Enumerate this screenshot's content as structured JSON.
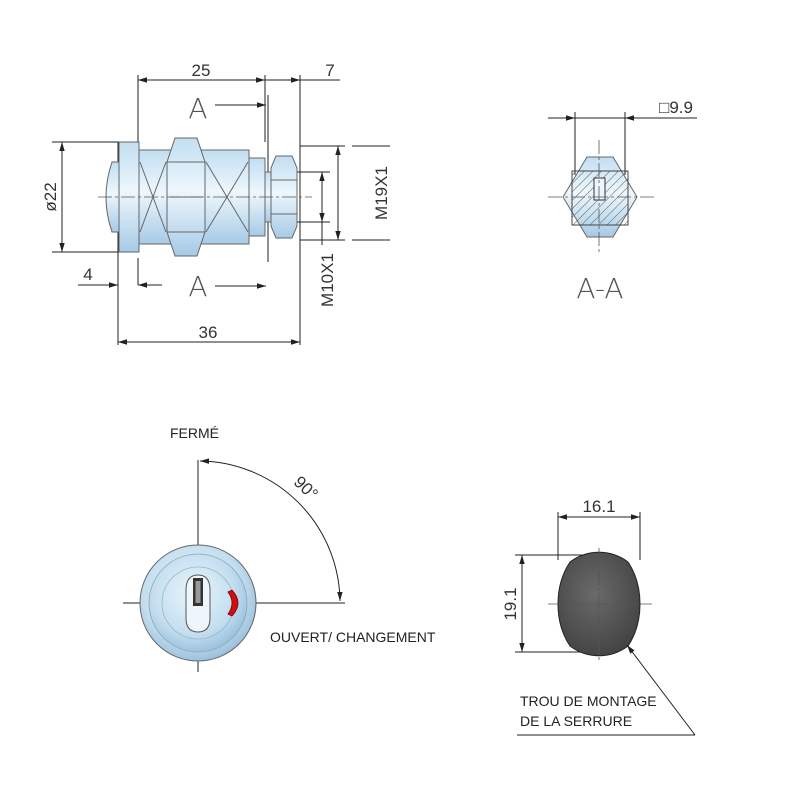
{
  "colors": {
    "metal_light": "#dceefa",
    "metal_mid": "#b6d6ee",
    "metal_dark": "#8fb8d8",
    "hole_fill": "#555555",
    "indicator": "#d01010",
    "line": "#222222"
  },
  "side_view": {
    "dim_25": "25",
    "dim_7": "7",
    "dim_dia22": "ø22",
    "dim_m19": "M19X1",
    "dim_m10": "M10X1",
    "dim_4": "4",
    "dim_36": "36",
    "section_top": "A",
    "section_bottom": "A"
  },
  "section_view": {
    "dim_square": "□9.9",
    "label": "A-A"
  },
  "front_view": {
    "closed_label": "FERMÉ",
    "open_label": "OUVERT/ CHANGEMENT",
    "angle": "90°",
    "rotation_degrees": 90
  },
  "hole_view": {
    "dim_width": "16.1",
    "dim_height": "19.1",
    "hole_label_line1": "TROU DE MONTAGE",
    "hole_label_line2": "DE LA SERRURE"
  }
}
